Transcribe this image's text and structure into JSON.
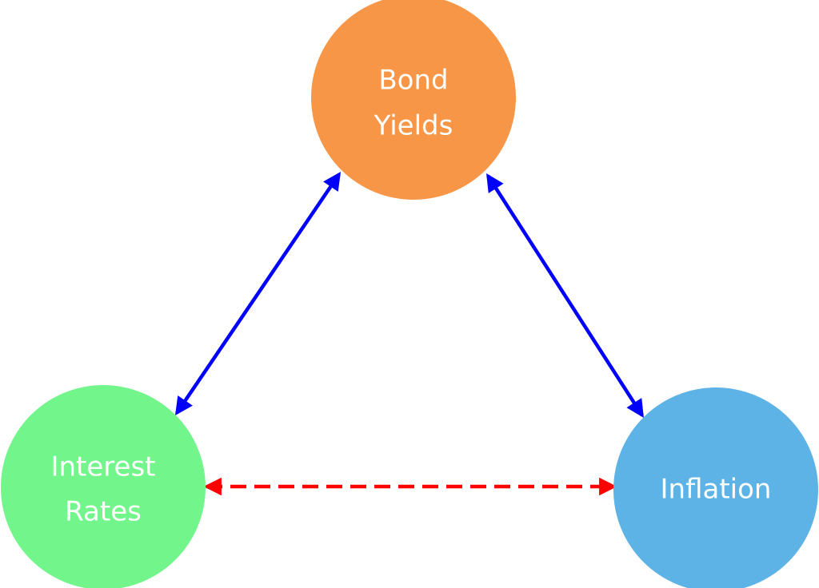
{
  "diagram": {
    "nodes": {
      "bond_yields": {
        "line1": "Bond",
        "line2": "Yields",
        "color": "#F79646"
      },
      "interest_rates": {
        "line1": "Interest",
        "line2": "Rates",
        "color": "#72F58A"
      },
      "inflation": {
        "label": "Inflation",
        "color": "#5DB3E6"
      }
    },
    "links": {
      "solid_color": "#0000FF",
      "dashed_color": "#FF0000"
    }
  }
}
